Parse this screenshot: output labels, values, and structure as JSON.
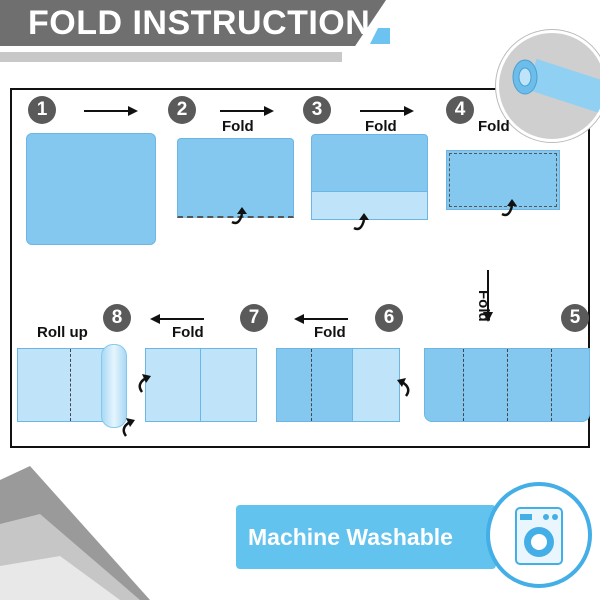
{
  "title": "FOLD INSTRUCTION",
  "steps": [
    {
      "num": "1",
      "label": ""
    },
    {
      "num": "2",
      "label": "Fold"
    },
    {
      "num": "3",
      "label": "Fold"
    },
    {
      "num": "4",
      "label": "Fold"
    },
    {
      "num": "5",
      "label": ""
    },
    {
      "num": "6",
      "label": "Fold"
    },
    {
      "num": "7",
      "label": "Fold"
    },
    {
      "num": "8",
      "label": "Roll up"
    }
  ],
  "vertical_fold_label": "Fold",
  "badge_text": "Machine Washable",
  "colors": {
    "accent": "#62c3ef",
    "panel": "#84c8f0",
    "panel_light": "#bfe4f9",
    "title_bar": "#6f6f6f",
    "step_circle": "#5a5a5a"
  },
  "icons": [
    "arrow-right-icon",
    "arrow-left-icon",
    "arrow-down-icon",
    "curl-arrow-icon",
    "washing-machine-icon",
    "rolled-mat-icon"
  ]
}
